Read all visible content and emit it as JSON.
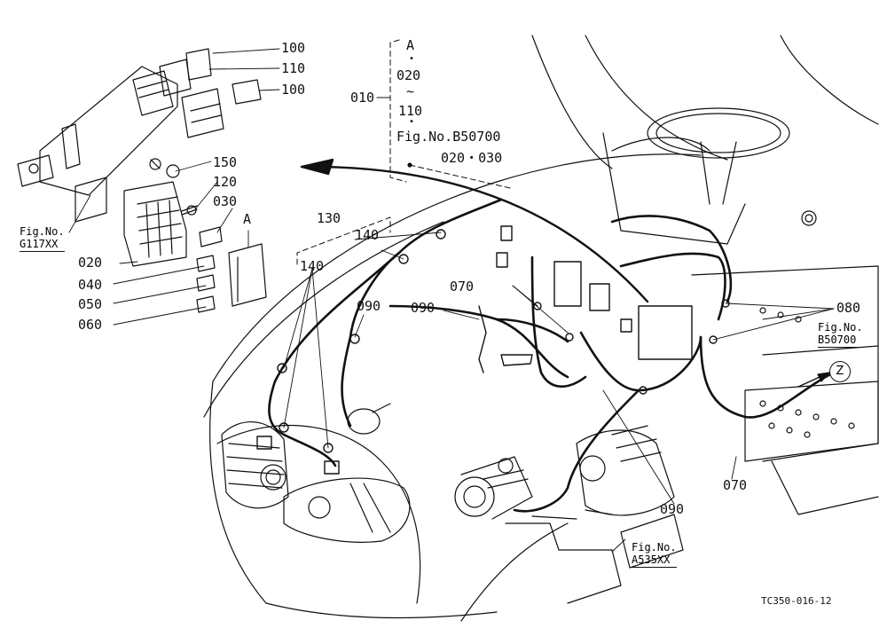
{
  "labels": {
    "p100a": "100",
    "p110": "110",
    "p100b": "100",
    "p150": "150",
    "p120": "120",
    "p030": "030",
    "pA_box": "A",
    "p020": "020",
    "p040": "040",
    "p050": "050",
    "p060": "060",
    "p010": "010",
    "p130": "130",
    "p140a": "140",
    "p140b": "140",
    "p090a": "090",
    "p090b": "090",
    "p070a": "070",
    "p080": "080",
    "p090c": "090",
    "p070b": "070"
  },
  "group_010": {
    "top": "A",
    "start": "020",
    "tilde": "~",
    "end": "110",
    "fig": "Fig.No.B50700",
    "sub": "020・030"
  },
  "fig_refs": {
    "g117_line1": "Fig.No.",
    "g117_line2": "G117XX",
    "b507_line1": "Fig.No.",
    "b507_line2": "B50700",
    "a535_line1": "Fig.No.",
    "a535_line2": "A535XX"
  },
  "z_marker": "Z",
  "drawing_code": "TC350-016-12",
  "icons": {
    "fuse_box": "fuse-box-icon",
    "relay": "relay-icon",
    "alternator": "alternator-icon",
    "starter": "starter-motor-icon",
    "headlight": "headlight-icon",
    "steering_wheel": "steering-wheel-icon"
  },
  "colors": {
    "line": "#111111",
    "background": "#ffffff"
  }
}
